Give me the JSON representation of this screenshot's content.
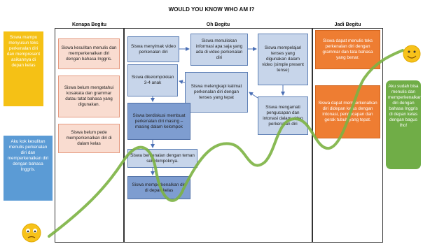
{
  "title": "WOULD YOU KNOW WHO AM I?",
  "columns": {
    "col1": "Kenapa Begitu",
    "col2": "Oh Begitu",
    "col3": "Jadi Begitu"
  },
  "kenapa": [
    "Siswa kesulitan menulis dan memperkenalkan diri dengan bahasa Inggris.",
    "Siswa belum mengetahui kosakata dan grammar datau tatat bahasa yang digunakan.",
    "Siswa belum pede memperkenalkan diri di dalam kelas"
  ],
  "oh": {
    "a": "Siswa menyimak video perkenalan diri",
    "b": "Siswa menuliskan informasi apa saja yang ada di video perkenalan diri",
    "c": "Siswa mempelajari tenses yang digunakan dalam video (simple present tense)",
    "d": "Siswa dikelompokkan 3-4 anak",
    "e": "Siswa melengkapi kalimat perkenalan diri dengan tenses yang tepat",
    "f": "Siswa mengamati pengucapan dan intonasi dalam video perkenalan diri",
    "g": "Siswa berdiskusi membuat perkenalan diri masing – masing dalam kelompok",
    "h": "Siswa berkenalan dengan teman sekelompoknya.",
    "i": "Siswa memperkenalkan diri di depan kelas"
  },
  "jadi": [
    "Siswa dapat menulis teks perkenalan diri dengan grammar dan tata bahasa yang benar.",
    "Siswa dapat memperkenalkan diri didepan kelas dengan intonasi, pengucapan dan gerak tubuh yang tepat."
  ],
  "side": {
    "left_top": "Siswa mampu menyusun teks perkenalan diri dan mempresent asikannya di depan kelas",
    "left_bottom": "Aku kok kesulitan menulis perkenalan diri dan memperkenalkan diri dengan bahasa Inggris.",
    "right": "Aku sudah bisa menulis dan memperkenalkan diri dengan bahasa Inggris di depan kelas dengan bagus lho!"
  },
  "colors": {
    "yellow_note": "#f5c115",
    "blue_note": "#5b9bd5",
    "green_note": "#70ad47",
    "curve": "#7cb342"
  }
}
